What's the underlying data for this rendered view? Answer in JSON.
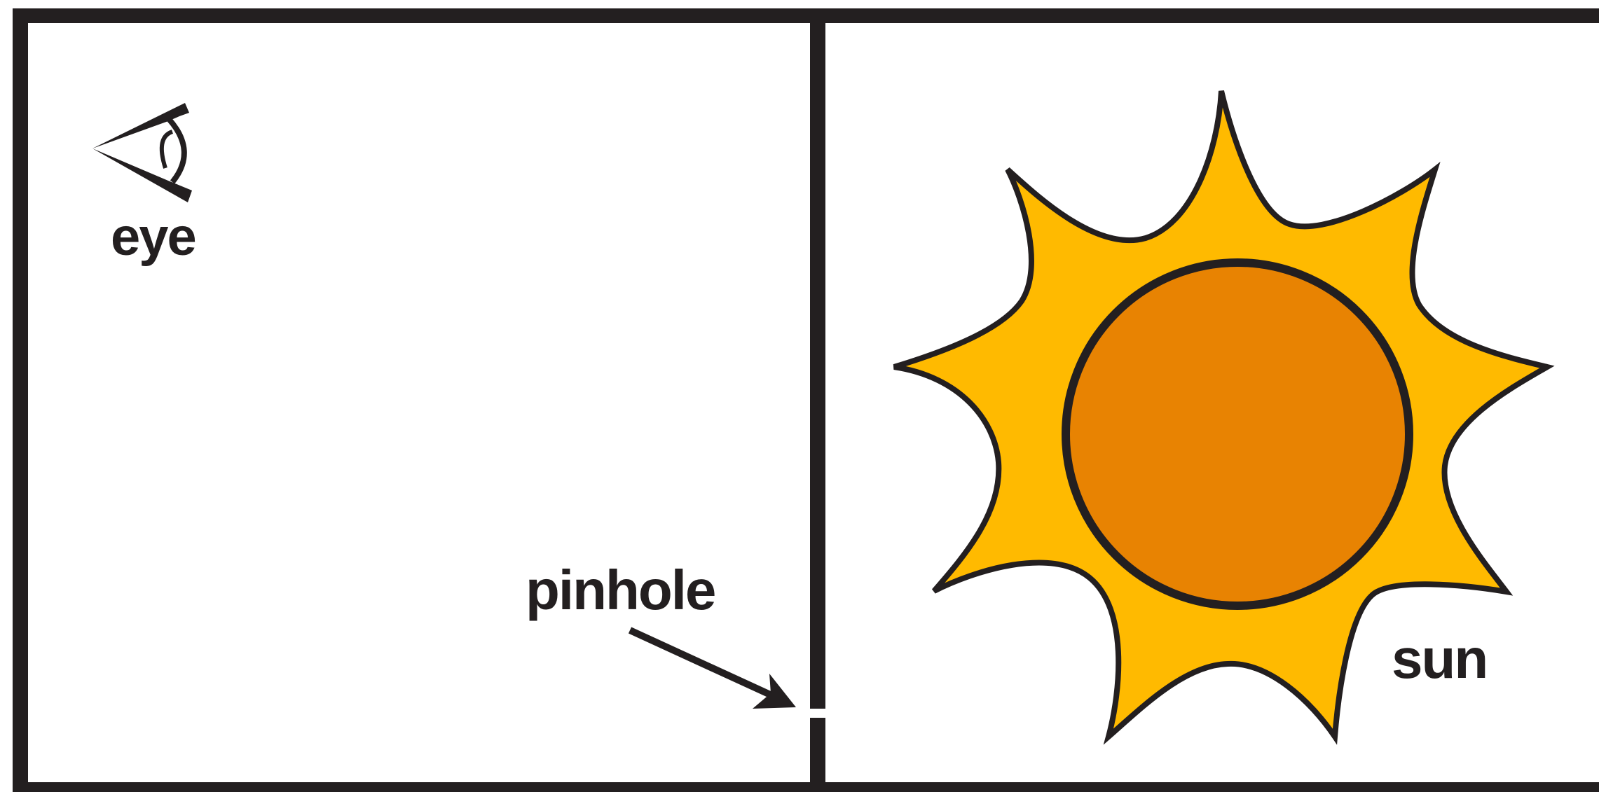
{
  "labels": {
    "eye": "eye",
    "pinhole": "pinhole",
    "sun": "sun"
  },
  "colors": {
    "frame": "#231f20",
    "sun_rays": "#ffba00",
    "sun_disc": "#e88302",
    "background": "#ffffff"
  },
  "icons": {
    "eye": "eye-icon",
    "sun": "sun-icon",
    "arrow": "arrow-icon"
  }
}
